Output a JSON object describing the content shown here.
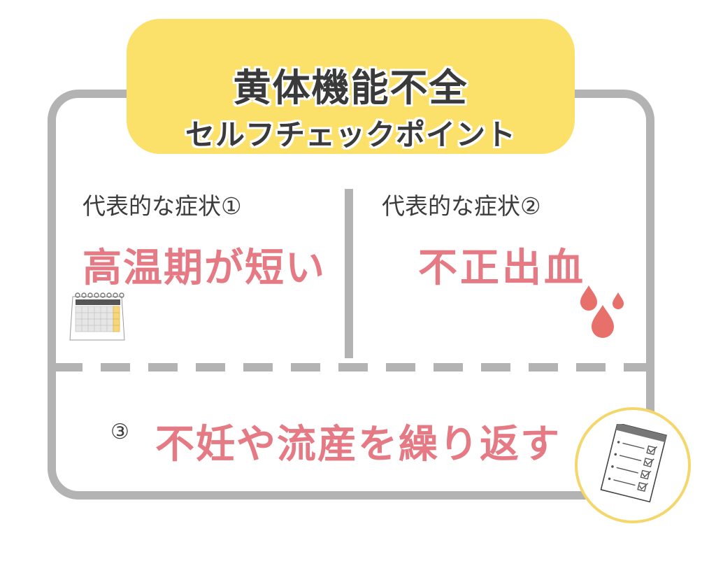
{
  "header": {
    "title": "黄体機能不全",
    "subtitle": "セルフチェックポイント"
  },
  "symptoms": [
    {
      "label": "代表的な症状①",
      "text": "高温期が短い",
      "icon": "calendar-icon"
    },
    {
      "label": "代表的な症状②",
      "text": "不正出血",
      "icon": "blood-drops-icon"
    },
    {
      "number": "③",
      "text": "不妊や流産を繰り返す",
      "icon": "checklist-icon"
    }
  ],
  "colors": {
    "title_bg": "#fbe06a",
    "frame": "#b3b3b3",
    "symptom_text": "#e57a84",
    "drop": "#e8706a",
    "circle_border": "#f4d66a"
  }
}
